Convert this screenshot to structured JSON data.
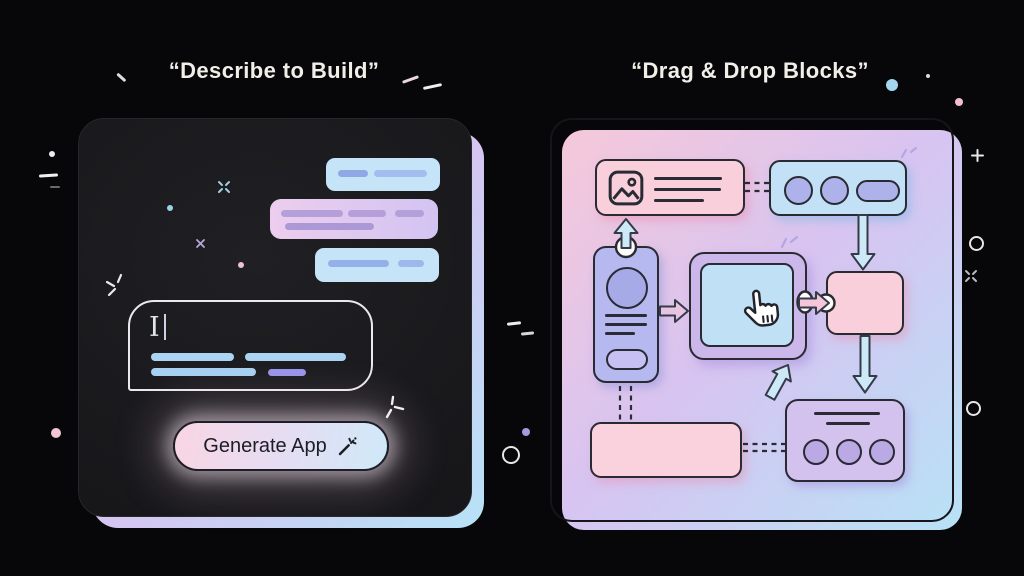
{
  "left_panel": {
    "title": "“Describe to Build”",
    "chat_bubbles": {
      "count": 3
    },
    "prompt": {
      "cursor_char": "I"
    },
    "generate_button": {
      "label": "Generate App",
      "icon": "magic-wand"
    }
  },
  "right_panel": {
    "title": "“Drag & Drop Blocks”",
    "blocks": [
      "image-card",
      "controls-bar",
      "profile-card",
      "selected-canvas",
      "puzzle-piece",
      "empty-strip",
      "summary-card"
    ]
  },
  "colors": {
    "background": "#070709",
    "card_dark": "#18181b",
    "card_light": "#fcfbf8",
    "gradient_pink": "#f6c8da",
    "gradient_lavender": "#d7c4f1",
    "gradient_blue": "#b7e2f6",
    "bubble_blue": "#c6e4f8",
    "bubble_lavender_from": "#eccdee",
    "bubble_lavender_to": "#d2c4f2",
    "block_pink": "#f8cfdb",
    "block_blue": "#c2e1f6",
    "block_periwinkle": "#b5b9ef",
    "block_lavender": "#d2c0ee",
    "outline_dark": "#2a2a33",
    "arrow_blue": "#cde9f8",
    "arrow_pink": "#f3c6dc"
  }
}
